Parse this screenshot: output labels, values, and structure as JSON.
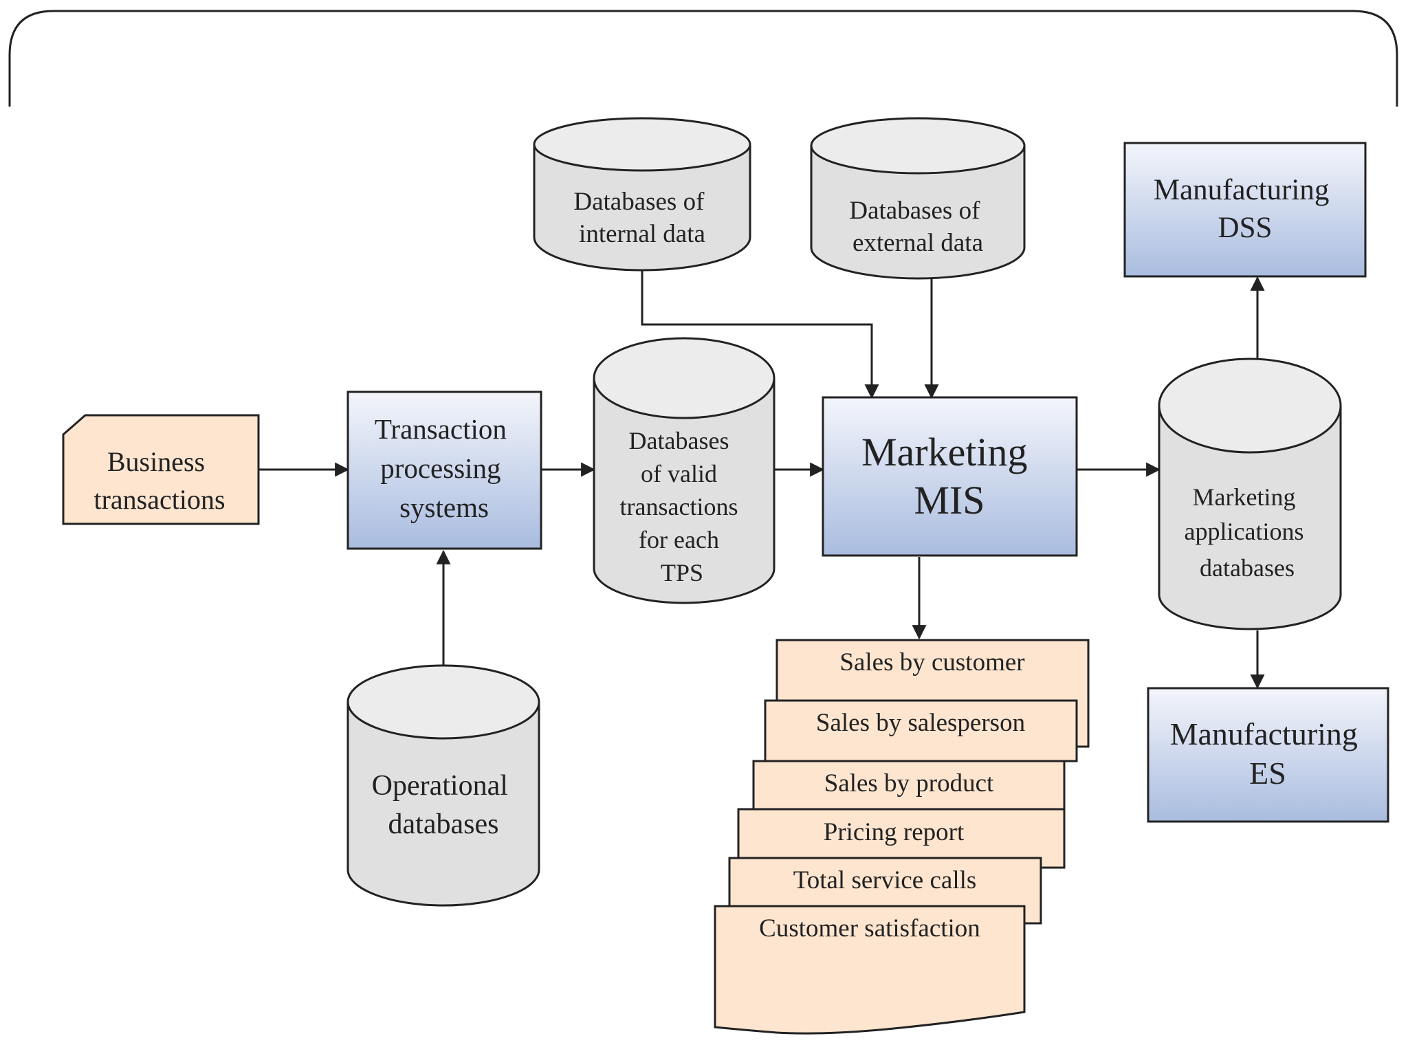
{
  "nodes": {
    "business_transactions": {
      "lines": [
        "Business",
        "transactions"
      ]
    },
    "tps": {
      "lines": [
        "Transaction",
        "processing",
        "systems"
      ]
    },
    "operational_db": {
      "lines": [
        "Operational",
        "databases"
      ]
    },
    "internal_db": {
      "lines": [
        "Databases of",
        "internal data"
      ]
    },
    "external_db": {
      "lines": [
        "Databases of",
        "external data"
      ]
    },
    "valid_tx_db": {
      "lines": [
        "Databases",
        "of valid",
        "transactions",
        "for each",
        "TPS"
      ]
    },
    "marketing_mis": {
      "lines": [
        "Marketing",
        "MIS"
      ]
    },
    "marketing_app_db": {
      "lines": [
        "Marketing",
        "applications",
        "databases"
      ]
    },
    "manufacturing_dss": {
      "lines": [
        "Manufacturing",
        "DSS"
      ]
    },
    "manufacturing_es": {
      "lines": [
        "Manufacturing",
        "ES"
      ]
    }
  },
  "reports": [
    "Sales by customer",
    "Sales by salesperson",
    "Sales by product",
    "Pricing report",
    "Total service calls",
    "Customer satisfaction"
  ],
  "colors": {
    "peach_fill": "#fde5cf",
    "box_gradient_top": "#f3f5fb",
    "box_gradient_bottom": "#a9bcdf",
    "cylinder_fill": "#e0e0e0",
    "cylinder_top": "#ececec",
    "stroke": "#222222"
  }
}
